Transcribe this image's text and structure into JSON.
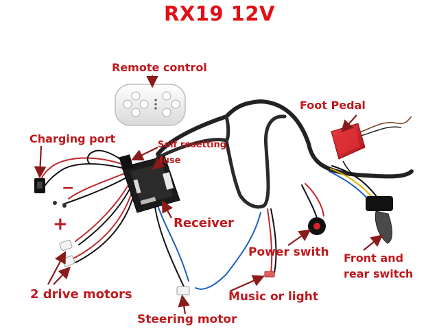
{
  "title": "RX19 12V",
  "labels": {
    "remote_control": "Remote control",
    "foot_pedal": "Foot Pedal",
    "charging_port": "Charging port",
    "self_resetting_fuse_1": "Self resetting",
    "self_resetting_fuse_2": "fuse",
    "receiver": "Receiver",
    "power_switch": "Power swith",
    "front_rear_switch_1": "Front and",
    "front_rear_switch_2": "rear switch",
    "drive_motors": "2 drive motors",
    "music_or_light": "Music or light",
    "steering_motor": "Steering motor"
  },
  "polarity": {
    "minus": "−",
    "plus": "+"
  },
  "colors": {
    "label_red": "#c0191d",
    "title_red": "#e01016",
    "arrow_red": "#8b1a1a",
    "pedal_red": "#d8232a",
    "receiver_black": "#1b1b1b",
    "remote_white": "#f2f2f2"
  }
}
